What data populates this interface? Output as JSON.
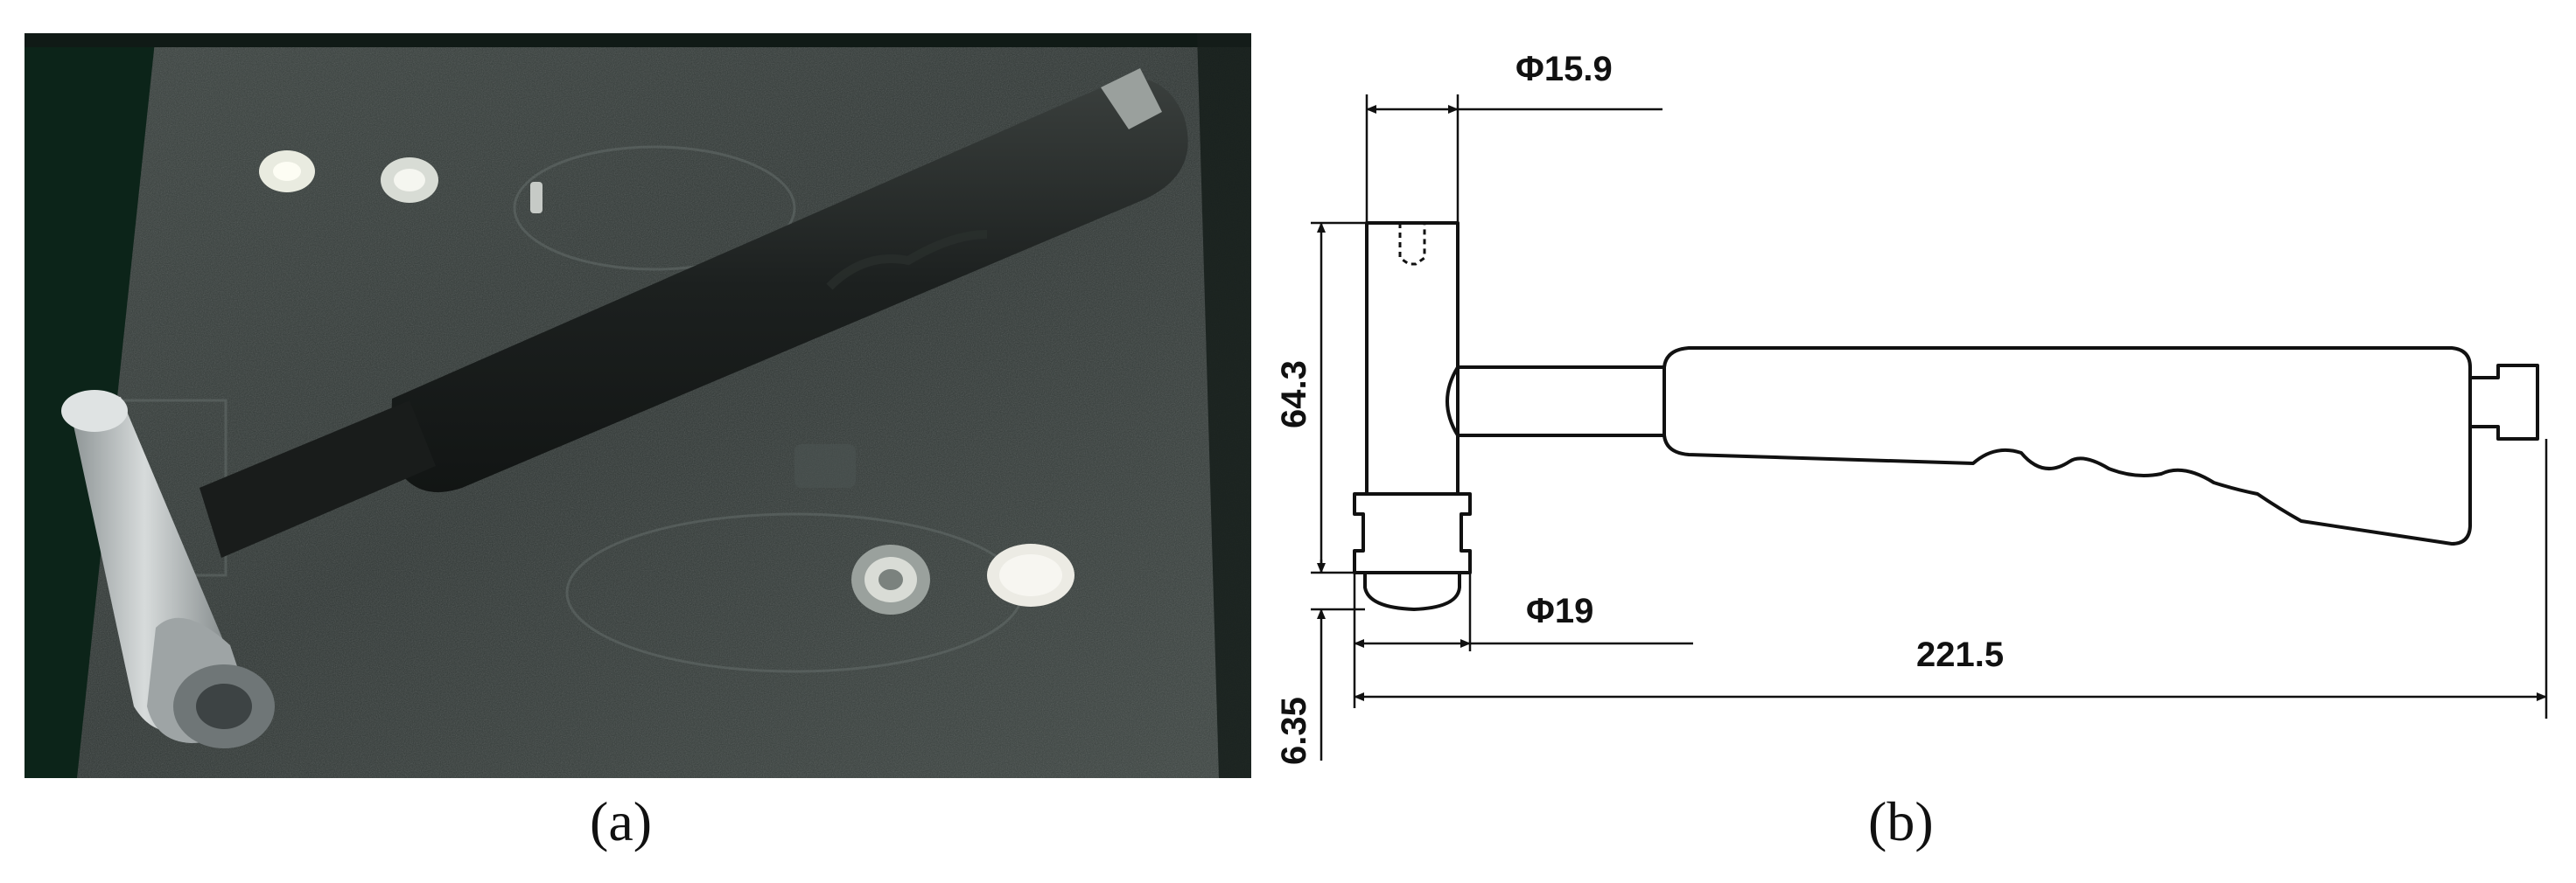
{
  "photo": {
    "label_text": "",
    "caption": "(a)"
  },
  "drawing": {
    "caption": "(b)",
    "dimensions": {
      "tip_diameter": "Φ15.9",
      "head_height": "64.3",
      "base_diameter": "Φ19",
      "cap_height": "6.35",
      "total_length": "221.5"
    }
  },
  "colors": {
    "foam": "#2f3633",
    "case_edge": "#0d2a1e",
    "grip": "#1c1f1e",
    "steel": "#b7bcbd",
    "line": "#111111"
  }
}
